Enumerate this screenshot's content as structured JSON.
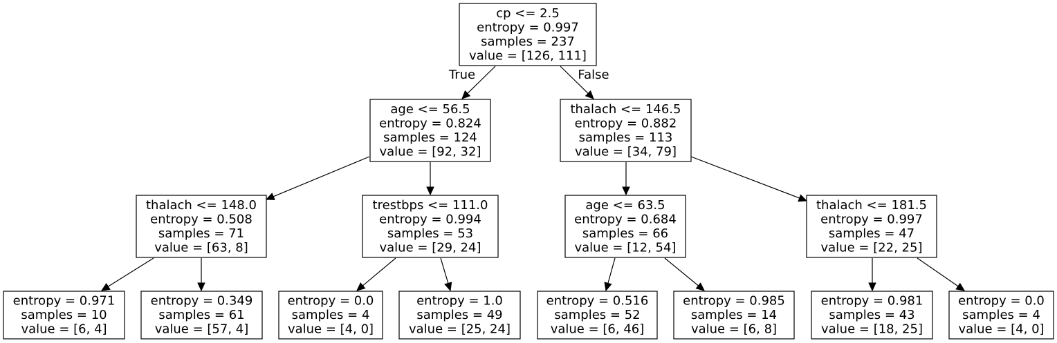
{
  "tree": {
    "edge_labels": {
      "true": "True",
      "false": "False"
    },
    "nodes": [
      {
        "id": "n0",
        "lines": [
          "cp <= 2.5",
          "entropy = 0.997",
          "samples = 237",
          "value = [126, 111]"
        ]
      },
      {
        "id": "n1",
        "lines": [
          "age <= 56.5",
          "entropy = 0.824",
          "samples = 124",
          "value = [92, 32]"
        ]
      },
      {
        "id": "n2",
        "lines": [
          "thalach <= 146.5",
          "entropy = 0.882",
          "samples = 113",
          "value = [34, 79]"
        ]
      },
      {
        "id": "n3",
        "lines": [
          "thalach <= 148.0",
          "entropy = 0.508",
          "samples = 71",
          "value = [63, 8]"
        ]
      },
      {
        "id": "n4",
        "lines": [
          "trestbps <= 111.0",
          "entropy = 0.994",
          "samples = 53",
          "value = [29, 24]"
        ]
      },
      {
        "id": "n5",
        "lines": [
          "age <= 63.5",
          "entropy = 0.684",
          "samples = 66",
          "value = [12, 54]"
        ]
      },
      {
        "id": "n6",
        "lines": [
          "thalach <= 181.5",
          "entropy = 0.997",
          "samples = 47",
          "value = [22, 25]"
        ]
      },
      {
        "id": "n7",
        "lines": [
          "entropy = 0.971",
          "samples = 10",
          "value = [6, 4]"
        ]
      },
      {
        "id": "n8",
        "lines": [
          "entropy = 0.349",
          "samples = 61",
          "value = [57, 4]"
        ]
      },
      {
        "id": "n9",
        "lines": [
          "entropy = 0.0",
          "samples = 4",
          "value = [4, 0]"
        ]
      },
      {
        "id": "n10",
        "lines": [
          "entropy = 1.0",
          "samples = 49",
          "value = [25, 24]"
        ]
      },
      {
        "id": "n11",
        "lines": [
          "entropy = 0.516",
          "samples = 52",
          "value = [6, 46]"
        ]
      },
      {
        "id": "n12",
        "lines": [
          "entropy = 0.985",
          "samples = 14",
          "value = [6, 8]"
        ]
      },
      {
        "id": "n13",
        "lines": [
          "entropy = 0.981",
          "samples = 43",
          "value = [18, 25]"
        ]
      },
      {
        "id": "n14",
        "lines": [
          "entropy = 0.0",
          "samples = 4",
          "value = [4, 0]"
        ]
      }
    ],
    "edges": [
      {
        "from": "n0",
        "to": "n1"
      },
      {
        "from": "n0",
        "to": "n2"
      },
      {
        "from": "n1",
        "to": "n3"
      },
      {
        "from": "n1",
        "to": "n4"
      },
      {
        "from": "n2",
        "to": "n5"
      },
      {
        "from": "n2",
        "to": "n6"
      },
      {
        "from": "n3",
        "to": "n7"
      },
      {
        "from": "n3",
        "to": "n8"
      },
      {
        "from": "n4",
        "to": "n9"
      },
      {
        "from": "n4",
        "to": "n10"
      },
      {
        "from": "n5",
        "to": "n11"
      },
      {
        "from": "n5",
        "to": "n12"
      },
      {
        "from": "n6",
        "to": "n13"
      },
      {
        "from": "n6",
        "to": "n14"
      }
    ]
  }
}
